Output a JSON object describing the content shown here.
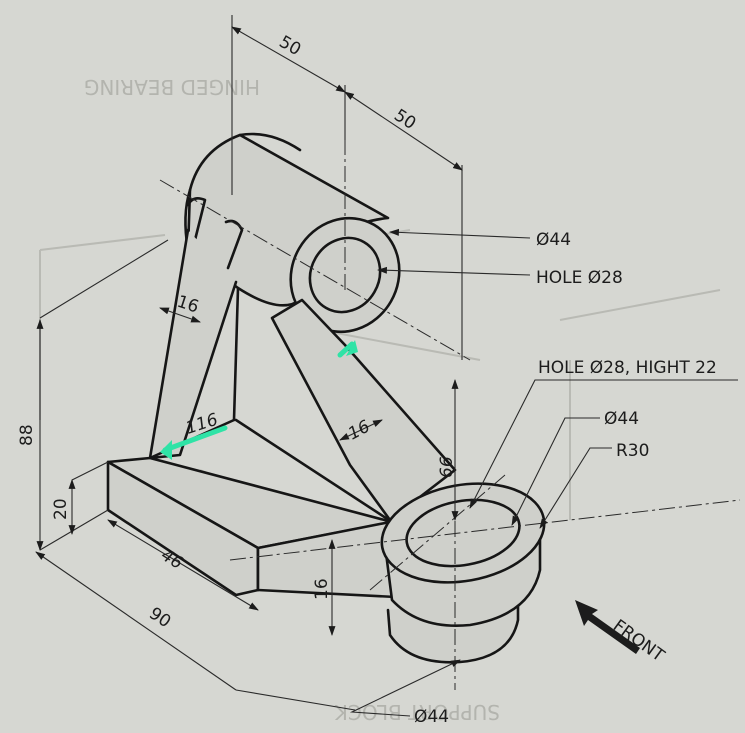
{
  "dimensions": {
    "top_width_1": "50",
    "top_width_2": "50",
    "rib_thickness_left": "16",
    "rib_length": "116",
    "rib_thickness_right": "16",
    "vertical_height": "66",
    "overall_height": "88",
    "base_height": "20",
    "base_width": "46",
    "base_length": "90",
    "boss_height": "16"
  },
  "callouts": {
    "top_outer_diameter": "Ø44",
    "top_hole": "HOLE Ø28",
    "boss_hole": "HOLE Ø28, HIGHT 22",
    "boss_outer_diameter": "Ø44",
    "boss_radius": "R30",
    "bottom_diameter": "Ø44"
  },
  "view_direction": "FRONT",
  "background_text": {
    "top_heading": "HINGED BEARING",
    "bottom_heading": "SUPPORT BLOCK"
  },
  "colors": {
    "paper": "#d6d7d2",
    "ink": "#161616",
    "highlight": "#2fe3a6"
  },
  "icons": {
    "front_arrow": "arrow-up-left-icon",
    "highlight_marks": "green-arrow-icon"
  }
}
